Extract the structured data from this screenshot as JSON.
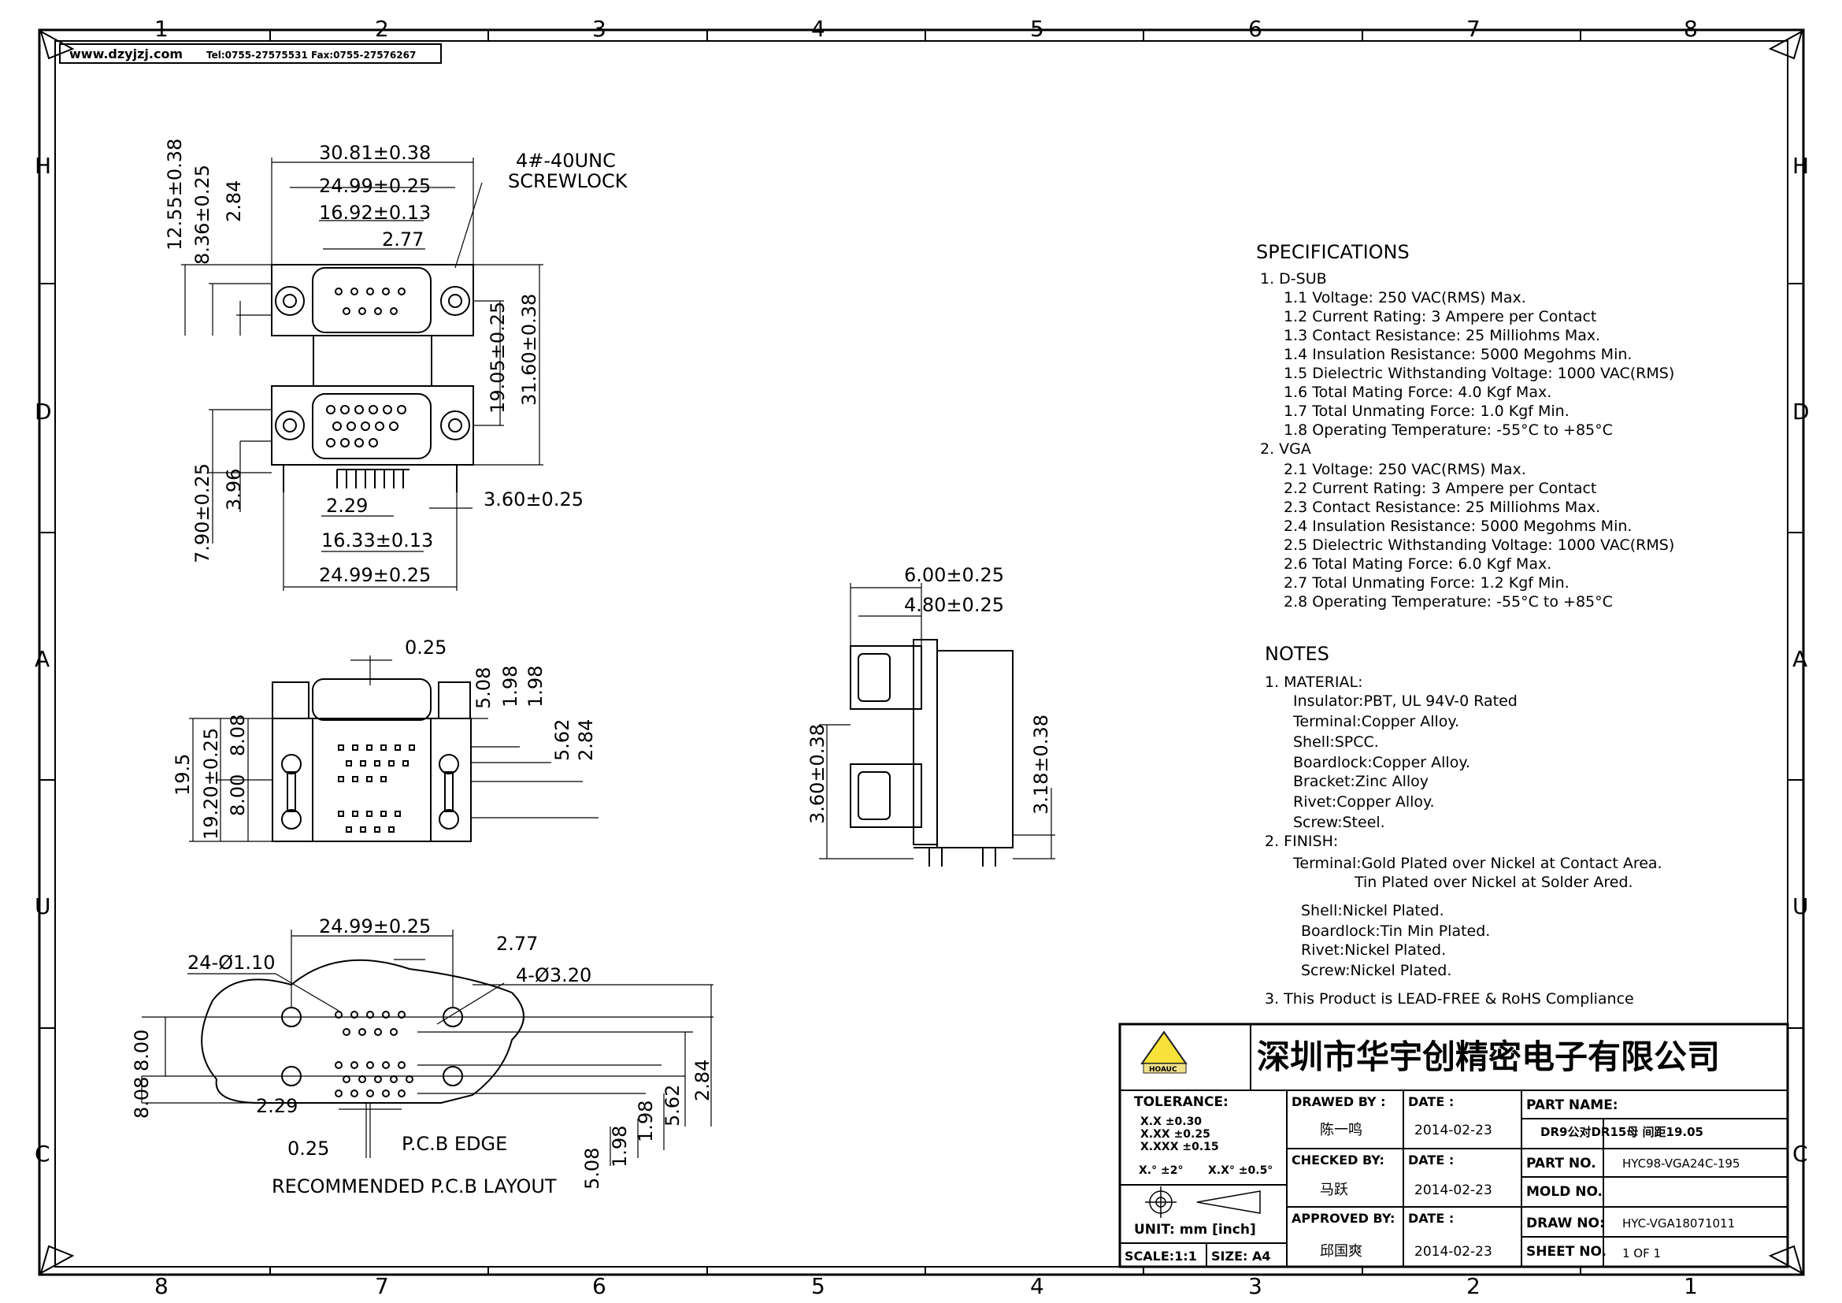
{
  "header": {
    "website": "www.dzyjzj.com",
    "contact": "Tel:0755-27575531  Fax:0755-27576267"
  },
  "grid": {
    "top_numbers": [
      "1",
      "2",
      "3",
      "4",
      "5",
      "6",
      "7",
      "8"
    ],
    "bottom_numbers": [
      "8",
      "7",
      "6",
      "5",
      "4",
      "3",
      "2",
      "1"
    ],
    "side_letters": [
      "H",
      "D",
      "A",
      "U",
      "C"
    ]
  },
  "dims_front": {
    "overall_width": "30.81±0.38",
    "shell_width": "24.99±0.25",
    "pin_span": "16.92±0.13",
    "pitch": "2.77",
    "screw_note_1": "4#-40UNC",
    "screw_note_2": "SCREWLOCK",
    "left_1": "12.55±0.38",
    "left_2": "8.36±0.25",
    "left_3": "2.84",
    "right_1": "19.05±0.25",
    "right_2": "31.60±0.38",
    "left_4": "7.90±0.25",
    "left_5": "3.96",
    "pitch_2": "2.29",
    "right_3": "3.60±0.25",
    "vga_span": "16.33±0.13",
    "vga_shell": "24.99±0.25"
  },
  "dims_bottom": {
    "offset": "0.25",
    "h1": "5.08",
    "h2": "1.98",
    "h3": "1.98",
    "h4": "5.62",
    "h5": "2.84",
    "v1": "19.5",
    "v2": "19.20±0.25",
    "v3": "8.08",
    "v4": "8.00"
  },
  "dims_side": {
    "d1": "6.00±0.25",
    "d2": "4.80±0.25",
    "d3": "3.60±0.38",
    "d4": "3.18±0.38"
  },
  "dims_pcb": {
    "width": "24.99±0.25",
    "pitch": "2.77",
    "holes": "24-Ø1.10",
    "mount": "4-Ø3.20",
    "left_1": "8.08",
    "left_2": "8.00",
    "pitch_2": "2.29",
    "offset": "0.25",
    "edge": "P.C.B EDGE",
    "r1": "5.08",
    "r2": "1.98",
    "r3": "1.98",
    "r4": "5.62",
    "r5": "2.84",
    "caption": "RECOMMENDED P.C.B LAYOUT"
  },
  "specifications": {
    "title": "SPECIFICATIONS",
    "lines": [
      "1. D-SUB",
      "1.1 Voltage: 250 VAC(RMS) Max.",
      "1.2 Current Rating: 3 Ampere per Contact",
      "1.3 Contact Resistance: 25 Milliohms Max.",
      "1.4 Insulation Resistance: 5000 Megohms Min.",
      "1.5 Dielectric Withstanding Voltage: 1000 VAC(RMS)",
      "1.6 Total Mating Force: 4.0 Kgf Max.",
      "1.7 Total Unmating Force: 1.0 Kgf Min.",
      "1.8 Operating Temperature: -55°C to +85°C",
      "2. VGA",
      "2.1 Voltage: 250 VAC(RMS) Max.",
      "2.2 Current Rating: 3 Ampere per Contact",
      "2.3 Contact Resistance: 25 Milliohms Max.",
      "2.4 Insulation Resistance: 5000 Megohms Min.",
      "2.5 Dielectric Withstanding Voltage: 1000 VAC(RMS)",
      "2.6 Total Mating Force: 6.0 Kgf Max.",
      "2.7 Total Unmating Force: 1.2 Kgf Min.",
      "2.8 Operating Temperature: -55°C to +85°C"
    ]
  },
  "notes": {
    "title": "NOTES",
    "lines": [
      "1. MATERIAL:",
      "Insulator:PBT, UL 94V-0 Rated",
      "Terminal:Copper Alloy.",
      "Shell:SPCC.",
      "Boardlock:Copper Alloy.",
      "Bracket:Zinc Alloy",
      "Rivet:Copper Alloy.",
      "Screw:Steel.",
      "2. FINISH:",
      "Terminal:Gold Plated over Nickel at Contact Area.",
      "Tin Plated over Nickel at Solder Ared.",
      "Shell:Nickel Plated.",
      "Boardlock:Tin Min Plated.",
      "Rivet:Nickel Plated.",
      "Screw:Nickel Plated.",
      "3. This Product is LEAD-FREE & RoHS Compliance"
    ]
  },
  "title_block": {
    "company": "深圳市华宇创精密电子有限公司",
    "logo_text": "HOAUC",
    "tolerance_label": "TOLERANCE:",
    "tol_1": "X.X    ±0.30",
    "tol_2": "X.XX   ±0.25",
    "tol_3": "X.XXX  ±0.15",
    "tol_ang_1": "X.° ±2°",
    "tol_ang_2": "X.X° ±0.5°",
    "unit": "UNIT:  mm  [inch]",
    "scale": "SCALE:1:1",
    "size": "SIZE: A4",
    "drawn_by_label": "DRAWED BY :",
    "drawn_by": "陈一鸣",
    "checked_by_label": "CHECKED BY:",
    "checked_by": "马跃",
    "approved_by_label": "APPROVED BY:",
    "approved_by": "邱国爽",
    "date_label": "DATE :",
    "date_1": "2014-02-23",
    "date_2": "2014-02-23",
    "date_3": "2014-02-23",
    "part_name_label": "PART NAME:",
    "part_name": "DR9公对DR15母 间距19.05",
    "part_no_label": "PART NO.",
    "part_no": "HYC98-VGA24C-195",
    "mold_no_label": "MOLD NO.",
    "mold_no": "",
    "draw_no_label": "DRAW NO:",
    "draw_no": "HYC-VGA18071011",
    "sheet_no_label": "SHEET NO.",
    "sheet_no": "1 OF 1"
  }
}
